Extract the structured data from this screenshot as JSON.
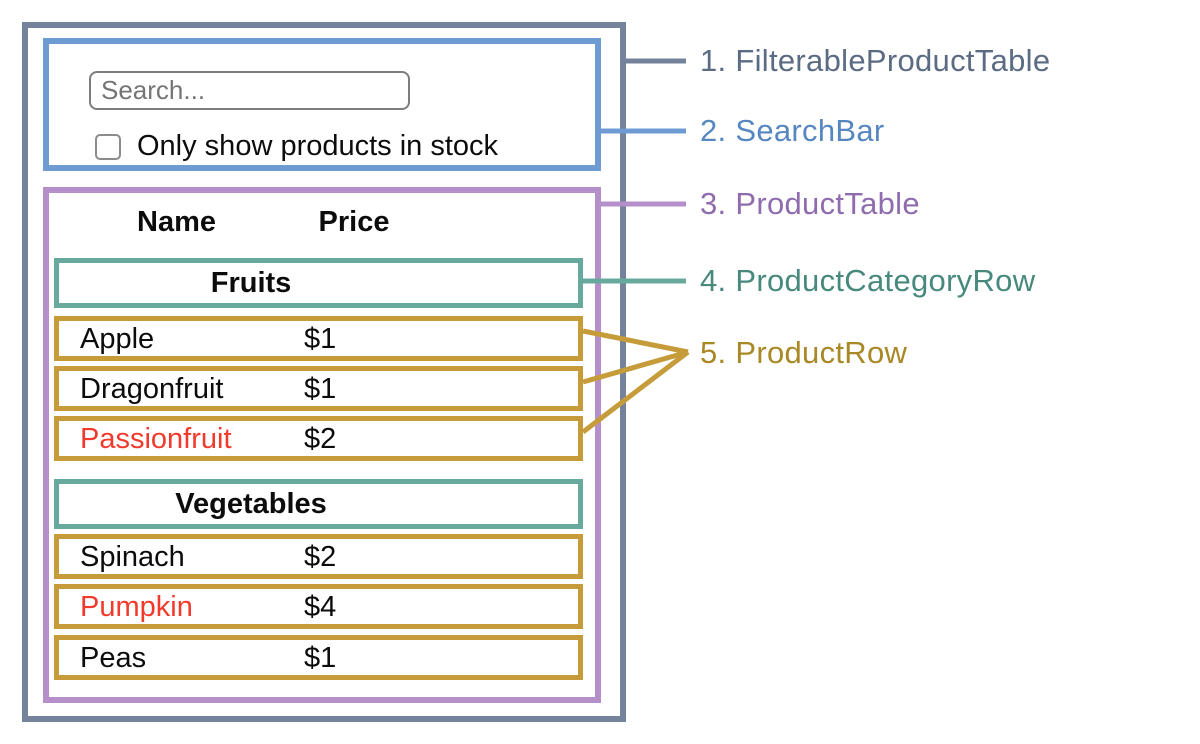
{
  "diagram": {
    "search_bar": {
      "input_placeholder": "Search...",
      "checkbox_label": "Only show products in stock",
      "checkbox_checked": false
    },
    "table": {
      "columns": [
        "Name",
        "Price"
      ],
      "sections": [
        {
          "category": "Fruits",
          "rows": [
            {
              "name": "Apple",
              "price": "$1",
              "out_of_stock": false
            },
            {
              "name": "Dragonfruit",
              "price": "$1",
              "out_of_stock": false
            },
            {
              "name": "Passionfruit",
              "price": "$2",
              "out_of_stock": true
            }
          ]
        },
        {
          "category": "Vegetables",
          "rows": [
            {
              "name": "Spinach",
              "price": "$2",
              "out_of_stock": false
            },
            {
              "name": "Pumpkin",
              "price": "$4",
              "out_of_stock": true
            },
            {
              "name": "Peas",
              "price": "$1",
              "out_of_stock": false
            }
          ]
        }
      ]
    }
  },
  "legend": {
    "items": [
      {
        "text": "1. FilterableProductTable",
        "color": "#5c6b84"
      },
      {
        "text": "2. SearchBar",
        "color": "#5787c1"
      },
      {
        "text": "3. ProductTable",
        "color": "#8f6cae"
      },
      {
        "text": "4. ProductCategoryRow",
        "color": "#478a7d"
      },
      {
        "text": "5. ProductRow",
        "color": "#a98826"
      }
    ]
  },
  "colors": {
    "filterable_product_table_border": "#75829c",
    "search_bar_border": "#6f9bd3",
    "product_table_border": "#b48fca",
    "product_category_row_border": "#68a99e",
    "product_row_border": "#c59c39",
    "out_of_stock_text": "#f23a2c",
    "table_text": "#0c0c0c",
    "background": "#ffffff"
  }
}
